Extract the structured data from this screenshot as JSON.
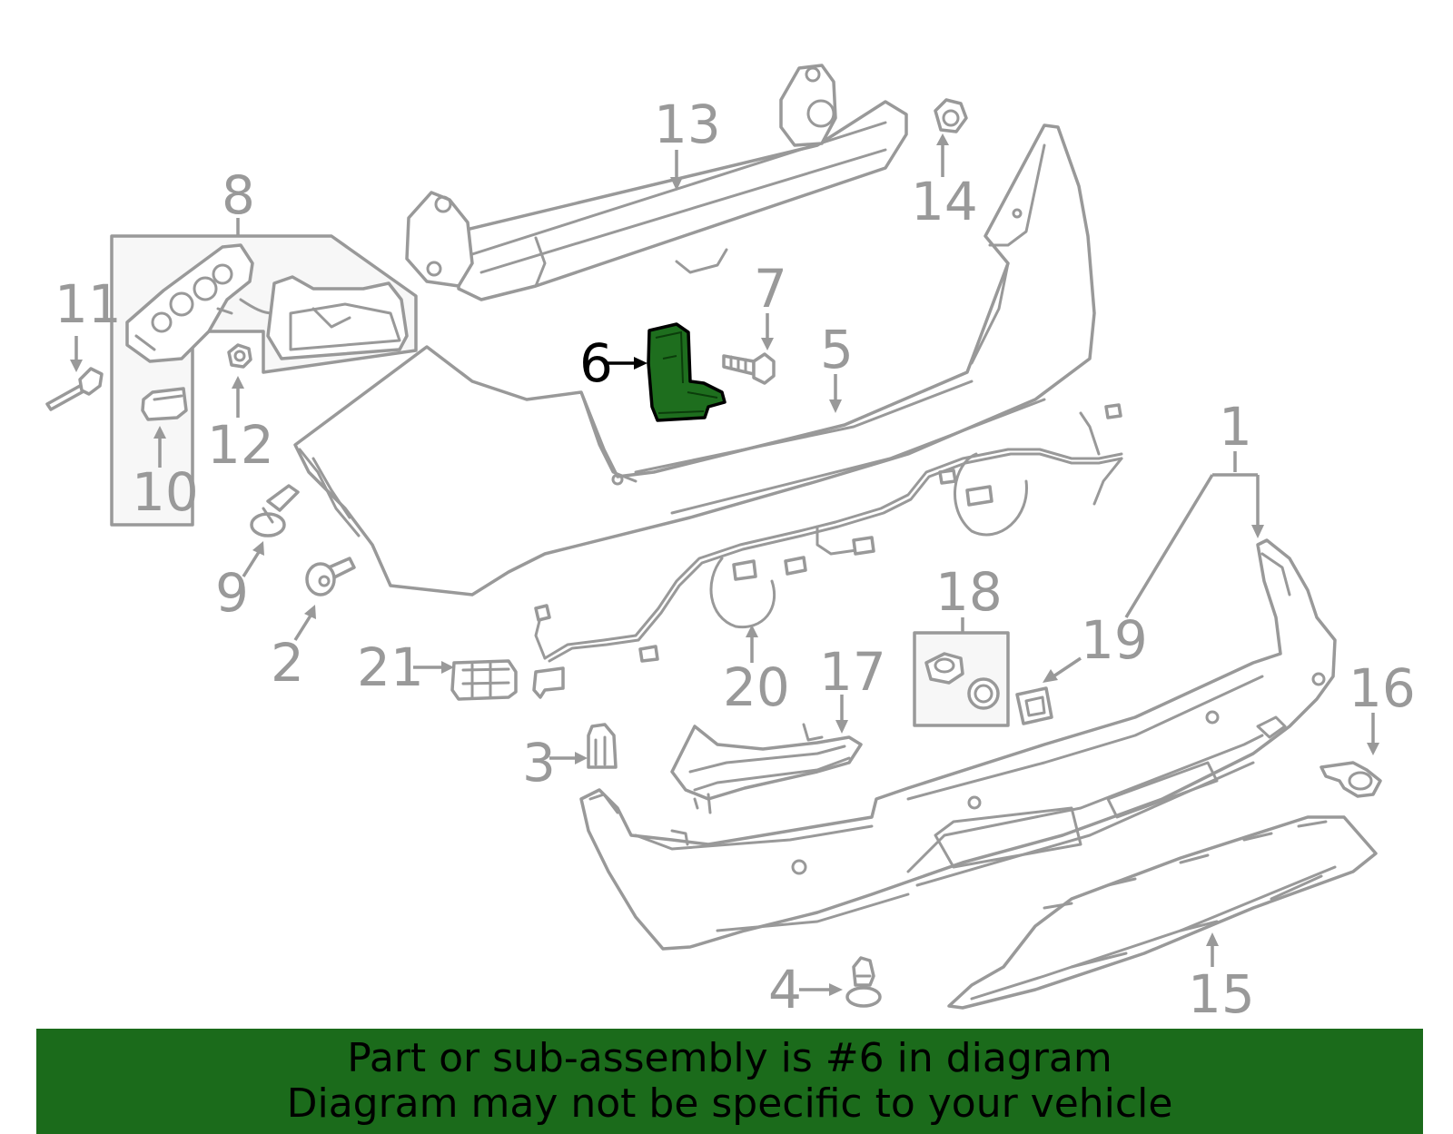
{
  "callouts": {
    "n1": "1",
    "n2": "2",
    "n3": "3",
    "n4": "4",
    "n5": "5",
    "n6": "6",
    "n7": "7",
    "n8": "8",
    "n9": "9",
    "n10": "10",
    "n11": "11",
    "n12": "12",
    "n13": "13",
    "n14": "14",
    "n15": "15",
    "n16": "16",
    "n17": "17",
    "n18": "18",
    "n19": "19",
    "n20": "20",
    "n21": "21"
  },
  "banner": {
    "line1": "Part or sub-assembly is #6 in diagram",
    "line2": "Diagram may not be specific to your vehicle"
  },
  "colors": {
    "highlight": "#1e6e1e",
    "banner_bg": "#1b6b1b",
    "line": "#999999",
    "active_text": "#000000"
  }
}
